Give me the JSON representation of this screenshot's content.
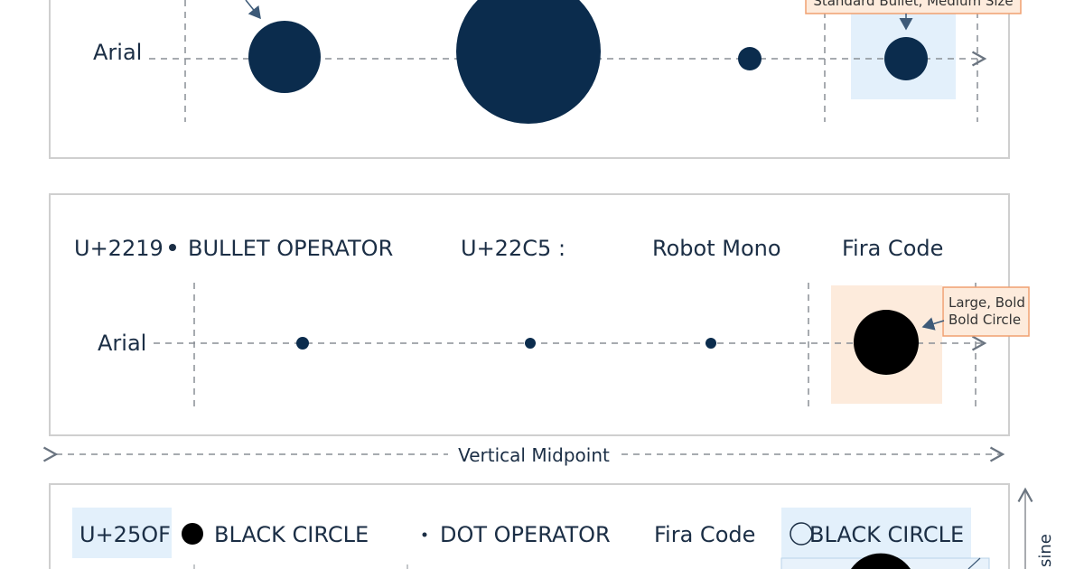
{
  "colors": {
    "dot": "#0b2c4d",
    "black": "#000000",
    "highlight_blue": "#e3f0fb",
    "highlight_orange": "#fdebdc",
    "callout_border": "#f0a070"
  },
  "panel1": {
    "row_label": "Arial",
    "callout": "Standard Bullet, Medium Size"
  },
  "panel2": {
    "headers": [
      "U+2219",
      "BULLET OPERATOR",
      "U+22C5",
      ":",
      "Robot Mono",
      "Fira Code"
    ],
    "row_label": "Arial",
    "callout_line1": "Large, Bold",
    "callout_line2": "Bold Circle"
  },
  "midpoint_label": "Vertical Midpoint",
  "panel3": {
    "headers": [
      "U+25OF",
      "BLACK CIRCLE",
      "DOT OPERATOR",
      "Fira Code",
      "BLACK CIRCLE"
    ]
  },
  "side_axis_label": "sine"
}
